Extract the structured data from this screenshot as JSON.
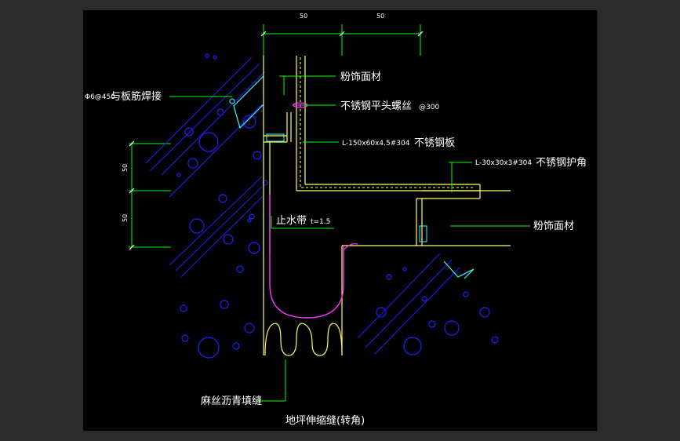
{
  "labels": {
    "dim_top_left": "50",
    "dim_top_right": "50",
    "dim_side_top": "50",
    "dim_side_bottom": "50",
    "finish_top": "粉饰面材",
    "screw_main": "不锈钢平头螺丝",
    "screw_spacing": "@300",
    "rebar_spec": "Φ6@450",
    "rebar_text": "与板筋焊接",
    "plate_spec": "L-150x60x4.5#304",
    "plate_text": "不锈钢板",
    "angle_spec": "L-30x30x3#304",
    "angle_text": "不锈钢护角",
    "waterstop_text": "止水带",
    "waterstop_spec": "t=1.5",
    "finish_right": "粉饰面材",
    "filler_text": "麻丝沥青填缝",
    "title": "地坪伸缩缝(转角)"
  },
  "colors": {
    "background": "#000000",
    "outer": "#2b2b2b",
    "concrete": "#2020ff",
    "steel": "#ffff66",
    "leader": "#00ff00",
    "dimension": "#ffffff",
    "waterstop": "#ff33ff",
    "accent_cyan": "#33ffff"
  }
}
